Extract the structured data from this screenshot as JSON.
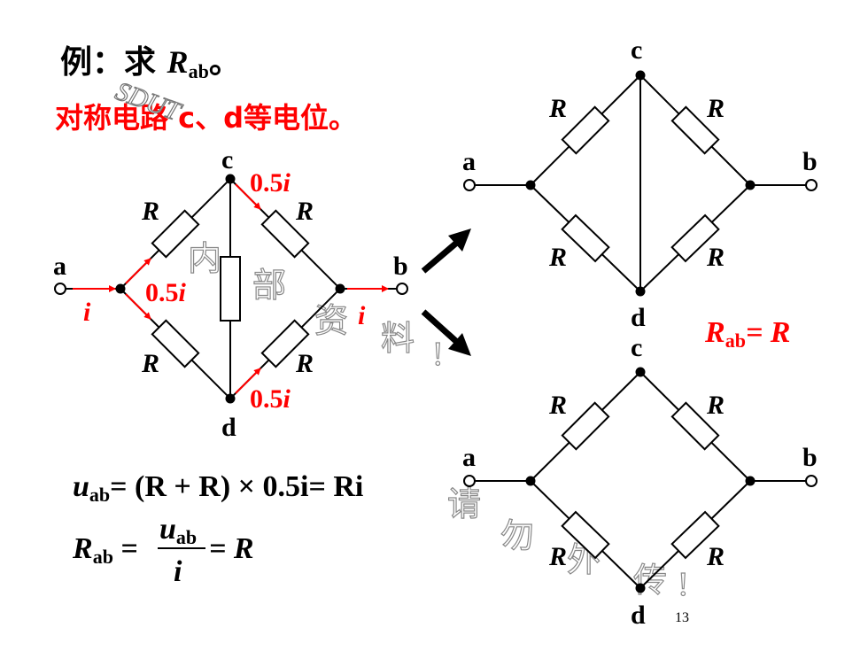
{
  "heading": {
    "prefix": "例：求 ",
    "symbol": "R",
    "subscript": "ab",
    "suffix": "。"
  },
  "note": {
    "text": "对称电路 c、d等电位。",
    "color": "#ff0000"
  },
  "watermark": {
    "tag": "SDUT",
    "line1": [
      "内",
      "部",
      "资",
      "料",
      "!"
    ],
    "line2": [
      "请",
      "勿",
      "外",
      "传",
      "!"
    ]
  },
  "circuit_main": {
    "node_a": "a",
    "node_b": "b",
    "node_c": "c",
    "node_d": "d",
    "resistor_label": "R",
    "current_in": "i",
    "current_out": "i",
    "branch_current_num": "0.5",
    "branch_current_var": "i"
  },
  "circuit_top": {
    "node_a": "a",
    "node_b": "b",
    "node_c": "c",
    "node_d": "d",
    "resistor_label": "R"
  },
  "circuit_bottom": {
    "node_a": "a",
    "node_b": "b",
    "node_c": "c",
    "node_d": "d",
    "resistor_label": "R"
  },
  "result": {
    "symbol": "R",
    "subscript": "ab",
    "rhs": "= R",
    "color": "#ff0000"
  },
  "equations": {
    "uab_lhs": "u",
    "uab_sub": "ab",
    "uab_rhs": "= (R + R) × 0.5i= Ri",
    "rab_lhs": "R",
    "rab_sub": "ab",
    "frac_num": "u",
    "frac_num_sub": "ab",
    "frac_den": "i",
    "rab_rhs": "= R"
  },
  "page_number": "13"
}
